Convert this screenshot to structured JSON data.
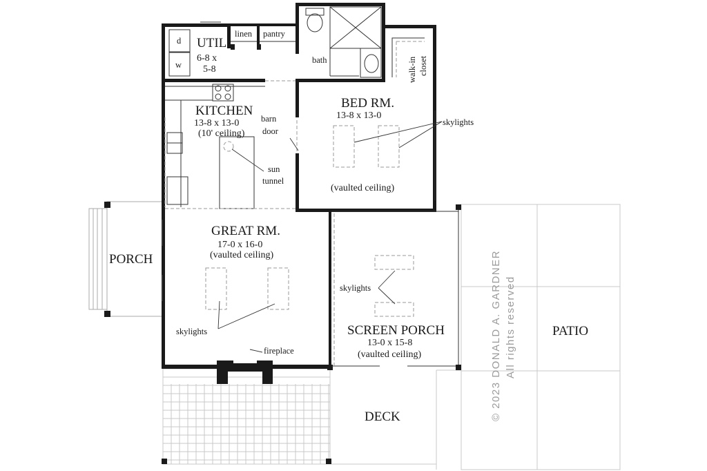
{
  "rooms": {
    "util": {
      "name": "UTIL.",
      "dim1": "6-8  x",
      "dim2": "5-8",
      "d": "d",
      "w": "w"
    },
    "linen": "linen",
    "pantry": "pantry",
    "bath": "bath",
    "walkin": {
      "line1": "walk-in",
      "line2": "closet"
    },
    "kitchen": {
      "name": "KITCHEN",
      "dims": "13-8  x  13-0",
      "note": "(10' ceiling)"
    },
    "bed": {
      "name": "BED RM.",
      "dims": "13-8  x  13-0",
      "note": "(vaulted ceiling)"
    },
    "great": {
      "name": "GREAT RM.",
      "dims": "17-0  x  16-0",
      "note": "(vaulted ceiling)"
    },
    "screen": {
      "name": "SCREEN PORCH",
      "dims": "13-0  x  15-8",
      "note": "(vaulted ceiling)"
    },
    "porch": "PORCH",
    "patio": "PATIO",
    "deck": "DECK"
  },
  "callouts": {
    "barn1": "barn",
    "barn2": "door",
    "sun1": "sun",
    "sun2": "tunnel",
    "skylights_bed": "skylights",
    "skylights_great": "skylights",
    "skylights_screen": "skylights",
    "fireplace": "fireplace"
  },
  "watermark": {
    "line1": "© 2023 DONALD A. GARDNER",
    "line2": "All rights reserved"
  }
}
